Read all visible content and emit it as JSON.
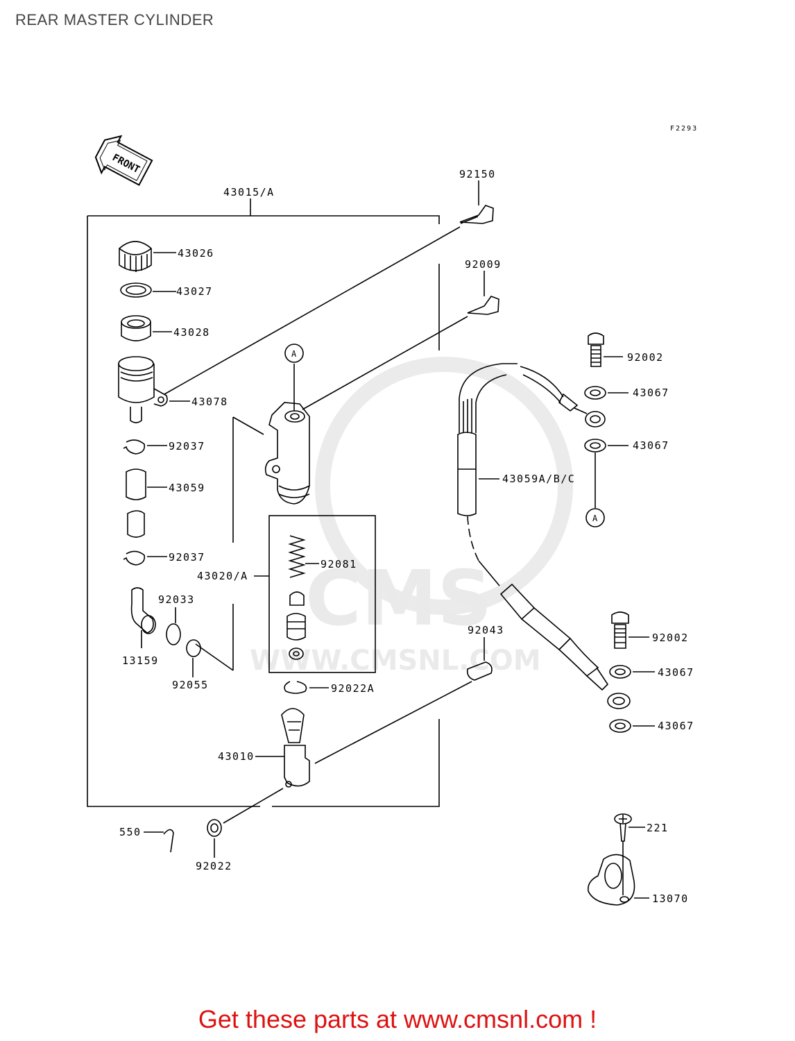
{
  "page": {
    "title": "REAR MASTER CYLINDER",
    "diagram_code": "F2293",
    "front_label": "FRONT",
    "watermark_site": "WWW.CMSNL.COM",
    "watermark_logo": "CMS",
    "ad_text": "Get these parts at www.cmsnl.com !",
    "ad_color": "#dd1111"
  },
  "parts": {
    "p43015": "43015/A",
    "p92150": "92150",
    "p92009": "92009",
    "p43026": "43026",
    "p43027": "43027",
    "p43028": "43028",
    "p43078": "43078",
    "p92037a": "92037",
    "p43059": "43059",
    "p92037b": "92037",
    "p92033": "92033",
    "p13159": "13159",
    "p92055": "92055",
    "p43020": "43020/A",
    "p92081": "92081",
    "p92022a": "92022A",
    "p43010": "43010",
    "p550": "550",
    "p92022": "92022",
    "p92043": "92043",
    "p92002a": "92002",
    "p43067a": "43067",
    "p43067b": "43067",
    "p43059abc": "43059A/B/C",
    "p92002b": "92002",
    "p43067c": "43067",
    "p43067d": "43067",
    "p221": "221",
    "p13070": "13070"
  },
  "refs": {
    "a1": "A",
    "a2": "A"
  }
}
